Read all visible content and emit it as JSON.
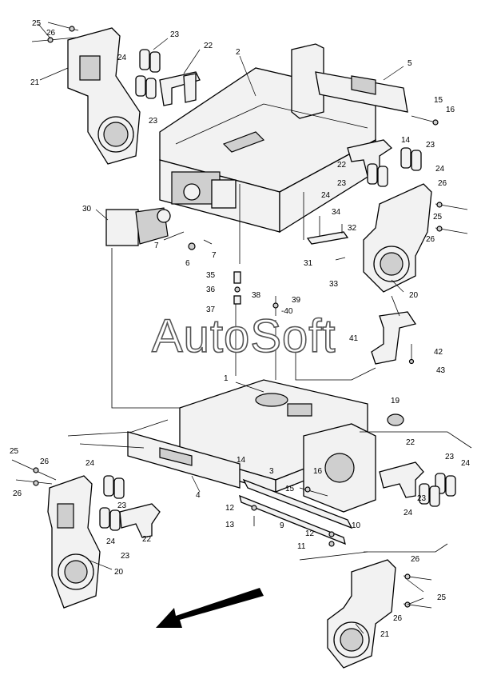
{
  "watermark": "AutoSoft",
  "callouts": [
    {
      "id": "c25a",
      "text": "25"
    },
    {
      "id": "c26a",
      "text": "26"
    },
    {
      "id": "c21a",
      "text": "21"
    },
    {
      "id": "c23a",
      "text": "23"
    },
    {
      "id": "c24a",
      "text": "24"
    },
    {
      "id": "c23b",
      "text": "23"
    },
    {
      "id": "c22a",
      "text": "22"
    },
    {
      "id": "c2",
      "text": "2"
    },
    {
      "id": "c5",
      "text": "5"
    },
    {
      "id": "c15a",
      "text": "15"
    },
    {
      "id": "c16a",
      "text": "16"
    },
    {
      "id": "c14a",
      "text": "14"
    },
    {
      "id": "c23c",
      "text": "23"
    },
    {
      "id": "c22b",
      "text": "22"
    },
    {
      "id": "c24b",
      "text": "24"
    },
    {
      "id": "c23d",
      "text": "23"
    },
    {
      "id": "c24c",
      "text": "24"
    },
    {
      "id": "c26b",
      "text": "26"
    },
    {
      "id": "c25b",
      "text": "25"
    },
    {
      "id": "c26c",
      "text": "26"
    },
    {
      "id": "c30",
      "text": "30"
    },
    {
      "id": "c34",
      "text": "34"
    },
    {
      "id": "c32",
      "text": "32"
    },
    {
      "id": "c31",
      "text": "31"
    },
    {
      "id": "c33",
      "text": "33"
    },
    {
      "id": "c20a",
      "text": "20"
    },
    {
      "id": "c7a",
      "text": "7"
    },
    {
      "id": "c6",
      "text": "6"
    },
    {
      "id": "c7b",
      "text": "7"
    },
    {
      "id": "c35",
      "text": "35"
    },
    {
      "id": "c36",
      "text": "36"
    },
    {
      "id": "c37",
      "text": "37"
    },
    {
      "id": "c38",
      "text": "38"
    },
    {
      "id": "c39",
      "text": "39"
    },
    {
      "id": "c40",
      "text": "-40"
    },
    {
      "id": "c41",
      "text": "41"
    },
    {
      "id": "c42",
      "text": "42"
    },
    {
      "id": "c43",
      "text": "43"
    },
    {
      "id": "c1",
      "text": "1"
    },
    {
      "id": "c19",
      "text": "19"
    },
    {
      "id": "c25c",
      "text": "25"
    },
    {
      "id": "c26d",
      "text": "26"
    },
    {
      "id": "c26e",
      "text": "26"
    },
    {
      "id": "c24d",
      "text": "24"
    },
    {
      "id": "c23e",
      "text": "23"
    },
    {
      "id": "c24e",
      "text": "24"
    },
    {
      "id": "c23f",
      "text": "23"
    },
    {
      "id": "c22c",
      "text": "22"
    },
    {
      "id": "c14b",
      "text": "14"
    },
    {
      "id": "c3",
      "text": "3"
    },
    {
      "id": "c16b",
      "text": "16"
    },
    {
      "id": "c15b",
      "text": "15"
    },
    {
      "id": "c4",
      "text": "4"
    },
    {
      "id": "c22d",
      "text": "22"
    },
    {
      "id": "c23g",
      "text": "23"
    },
    {
      "id": "c24f",
      "text": "24"
    },
    {
      "id": "c23h",
      "text": "23"
    },
    {
      "id": "c24g",
      "text": "24"
    },
    {
      "id": "c12a",
      "text": "12"
    },
    {
      "id": "c13",
      "text": "13"
    },
    {
      "id": "c9",
      "text": "9"
    },
    {
      "id": "c10",
      "text": "10"
    },
    {
      "id": "c12b",
      "text": "12"
    },
    {
      "id": "c11",
      "text": "11"
    },
    {
      "id": "c20b",
      "text": "20"
    },
    {
      "id": "c26f",
      "text": "26"
    },
    {
      "id": "c25d",
      "text": "25"
    },
    {
      "id": "c26g",
      "text": "26"
    },
    {
      "id": "c21b",
      "text": "21"
    }
  ]
}
